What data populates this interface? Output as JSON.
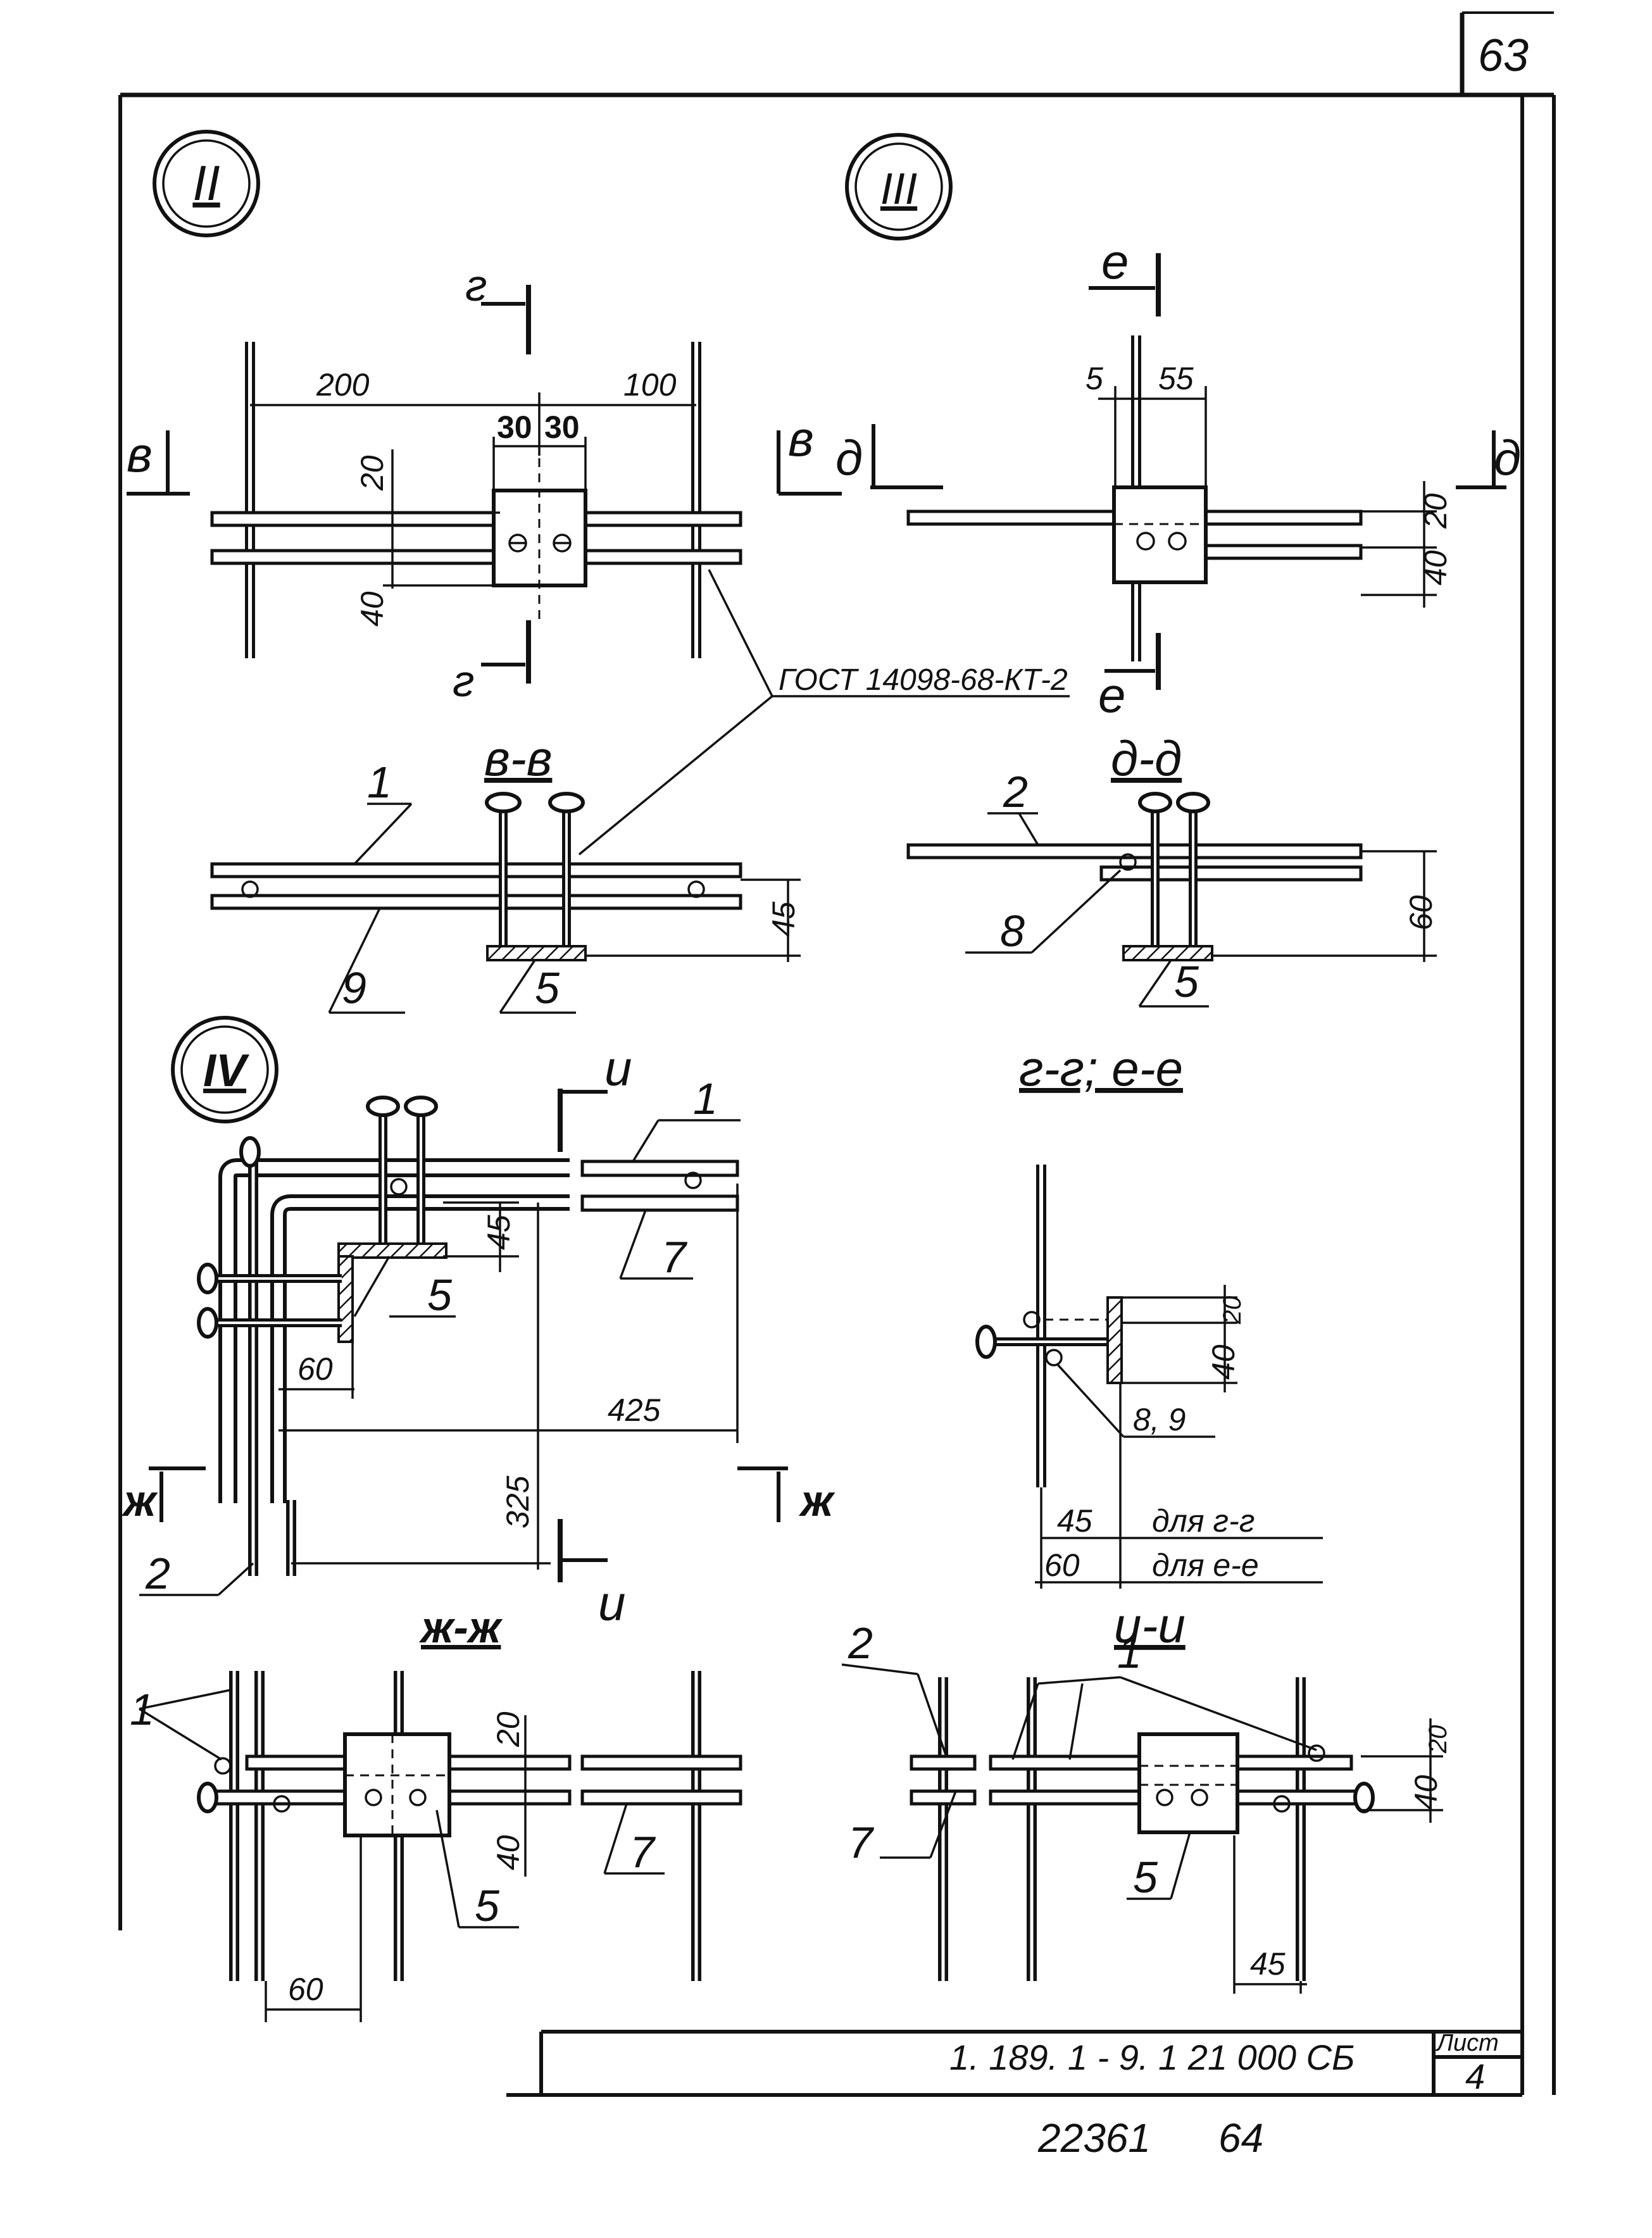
{
  "sheet": {
    "page_number": "63",
    "views": {
      "ii": "II",
      "iii": "III",
      "iv": "IV"
    },
    "section_letters": {
      "g": "г",
      "v": "в",
      "e": "е",
      "d": "д",
      "zh": "ж",
      "i": "и"
    },
    "section_titles": {
      "vv": "в-в",
      "dd": "д-д",
      "gg_ee": "г-г; е-е",
      "zhzh": "ж-ж",
      "ii": "и-и"
    },
    "gost_note": "ГОСТ 14098-68-КТ-2",
    "dims": {
      "d200": "200",
      "d100": "100",
      "d30": "30",
      "d20": "20",
      "d40": "40",
      "d5": "5",
      "d55": "55",
      "d45": "45",
      "d60": "60",
      "d425": "425",
      "d325": "325",
      "d89": "8, 9"
    },
    "positions": {
      "p1": "1",
      "p2": "2",
      "p5": "5",
      "p7": "7",
      "p8": "8",
      "p9": "9"
    },
    "legend": {
      "for_gg": "для г-г",
      "for_ee": "для е-е"
    }
  },
  "title_block": {
    "sheet_label": "Лист",
    "code": "1. 189. 1 - 9. 1  21 000 СБ",
    "sheet_no": "4"
  },
  "footer": {
    "inventory": "22361",
    "number": "64"
  }
}
